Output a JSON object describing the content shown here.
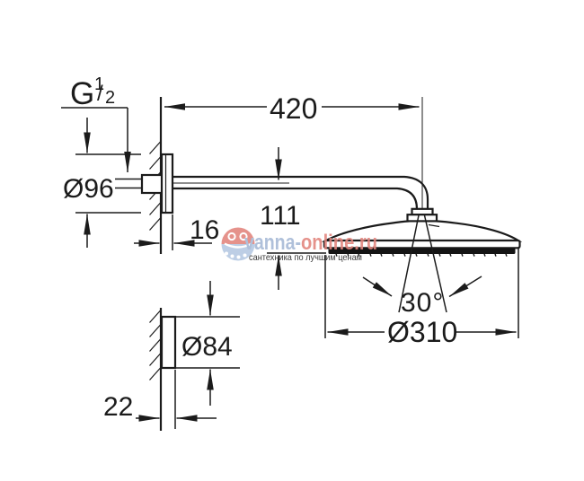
{
  "diagram": {
    "thread_label": {
      "g": "G",
      "numerator": "1",
      "slash": "/",
      "denominator": "2"
    },
    "dimensions": {
      "arm_length": "420",
      "flange_diameter": "Ø96",
      "flange_depth": "16",
      "arm_drop": "111",
      "spray_angle": "30°",
      "head_diameter": "Ø310",
      "bracket_diameter": "Ø84",
      "bracket_depth": "22"
    }
  },
  "watermark": {
    "brand_blue": "vanna-",
    "brand_red": "online.ru",
    "tagline": "сантехника по лучшим ценам",
    "colors": {
      "blue": "#a4b8d6",
      "red": "#e2837c",
      "tagline": "#a6c0de",
      "logo_top": "#e2837c",
      "logo_bottom": "#b4c8e2"
    }
  }
}
